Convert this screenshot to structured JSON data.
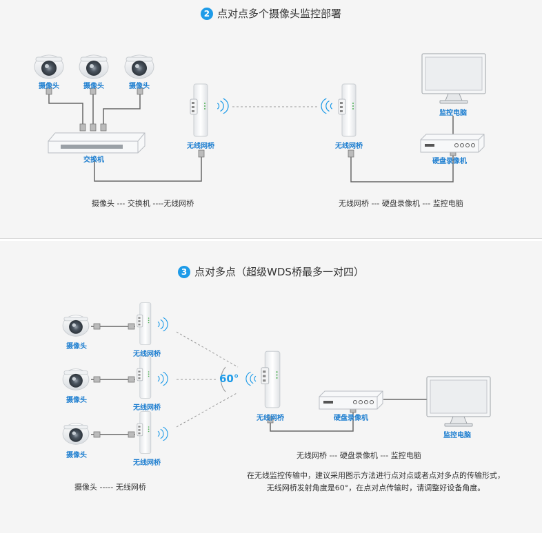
{
  "section1": {
    "number": "2",
    "title": "点对点多个摄像头监控部署",
    "camera_label": "摄像头",
    "switch_label": "交换机",
    "bridge_label": "无线网桥",
    "nvr_label": "硬盘录像机",
    "monitor_label": "监控电脑",
    "caption_left": "摄像头 --- 交换机 ----无线网桥",
    "caption_right": "无线网桥 --- 硬盘录像机 --- 监控电脑"
  },
  "section2": {
    "number": "3",
    "title": "点对多点（超级WDS桥最多一对四）",
    "camera_label": "摄像头",
    "bridge_label": "无线网桥",
    "nvr_label": "硬盘录像机",
    "monitor_label": "监控电脑",
    "angle": "60°",
    "caption_left": "摄像头 ----- 无线网桥",
    "caption_right": "无线网桥 --- 硬盘录像机 --- 监控电脑",
    "note_line1": "在无线监控传输中，建议采用图示方法进行点对点或者点对多点的传输形式，",
    "note_line2": "无线网桥发射角度是60°，在点对点传输时，请调整好设备角度。"
  },
  "colors": {
    "accent": "#1e9be8",
    "label": "#1f7fd0",
    "wire": "#666666"
  }
}
